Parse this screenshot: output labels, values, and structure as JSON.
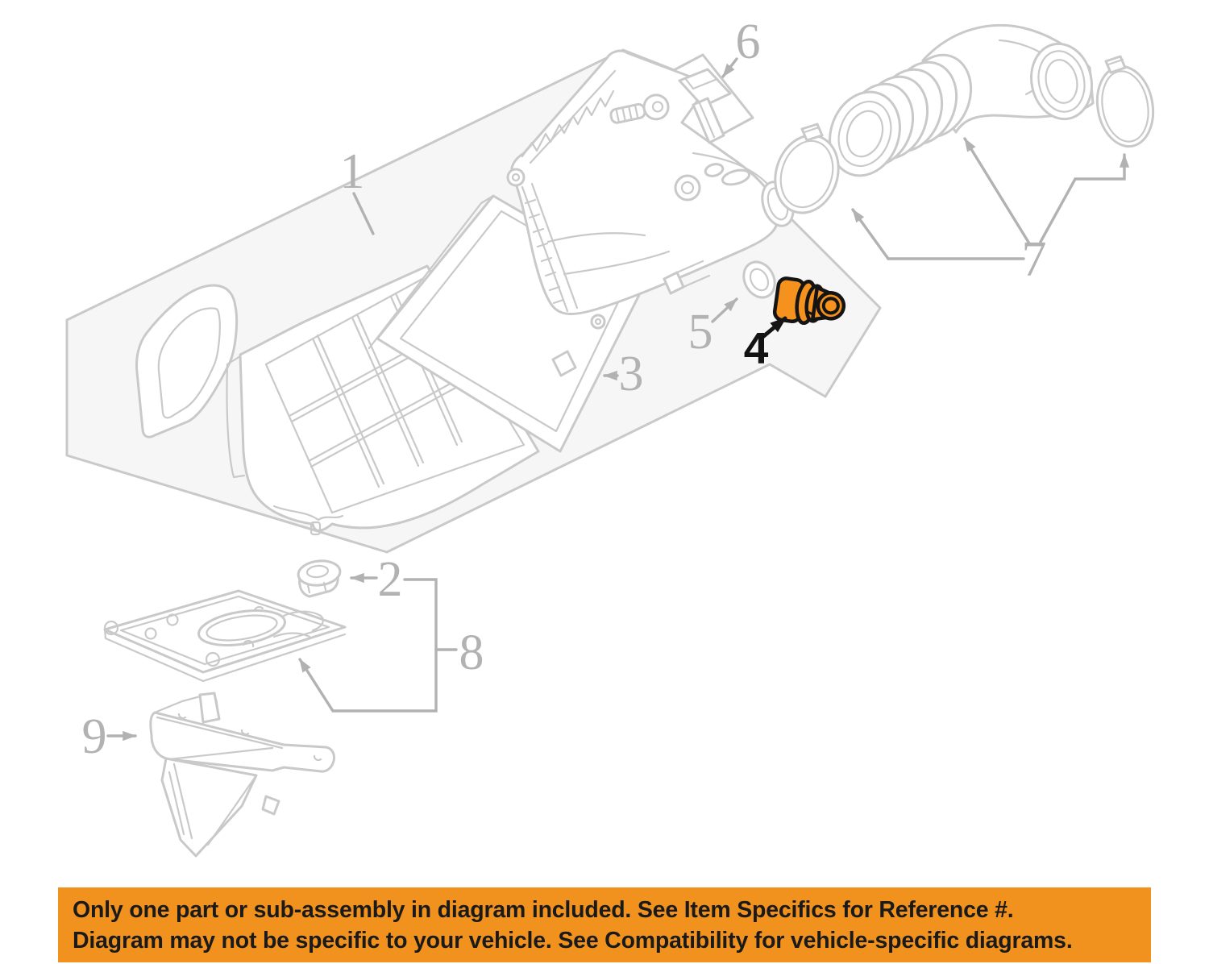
{
  "diagram": {
    "type": "exploded-parts-diagram",
    "callouts": [
      {
        "label": "1",
        "highlighted": false
      },
      {
        "label": "2",
        "highlighted": false
      },
      {
        "label": "3",
        "highlighted": false
      },
      {
        "label": "4",
        "highlighted": true
      },
      {
        "label": "5",
        "highlighted": false
      },
      {
        "label": "6",
        "highlighted": false
      },
      {
        "label": "7",
        "highlighted": false
      },
      {
        "label": "8",
        "highlighted": false
      },
      {
        "label": "9",
        "highlighted": false
      }
    ],
    "highlighted_callout": "4",
    "colors": {
      "line": "#c9c9c9",
      "fill": "#f6f6f7",
      "label": "#b2b2b2",
      "highlight": "#F5921E",
      "outline": "#141414"
    }
  },
  "banner": {
    "line1": "Only one part or sub-assembly in diagram included. See Item Specifics for Reference #.",
    "line2": "Diagram may not be specific to your vehicle. See Compatibility for vehicle-specific diagrams.",
    "background": "#F1921E",
    "text_color": "#1a1a1a"
  }
}
